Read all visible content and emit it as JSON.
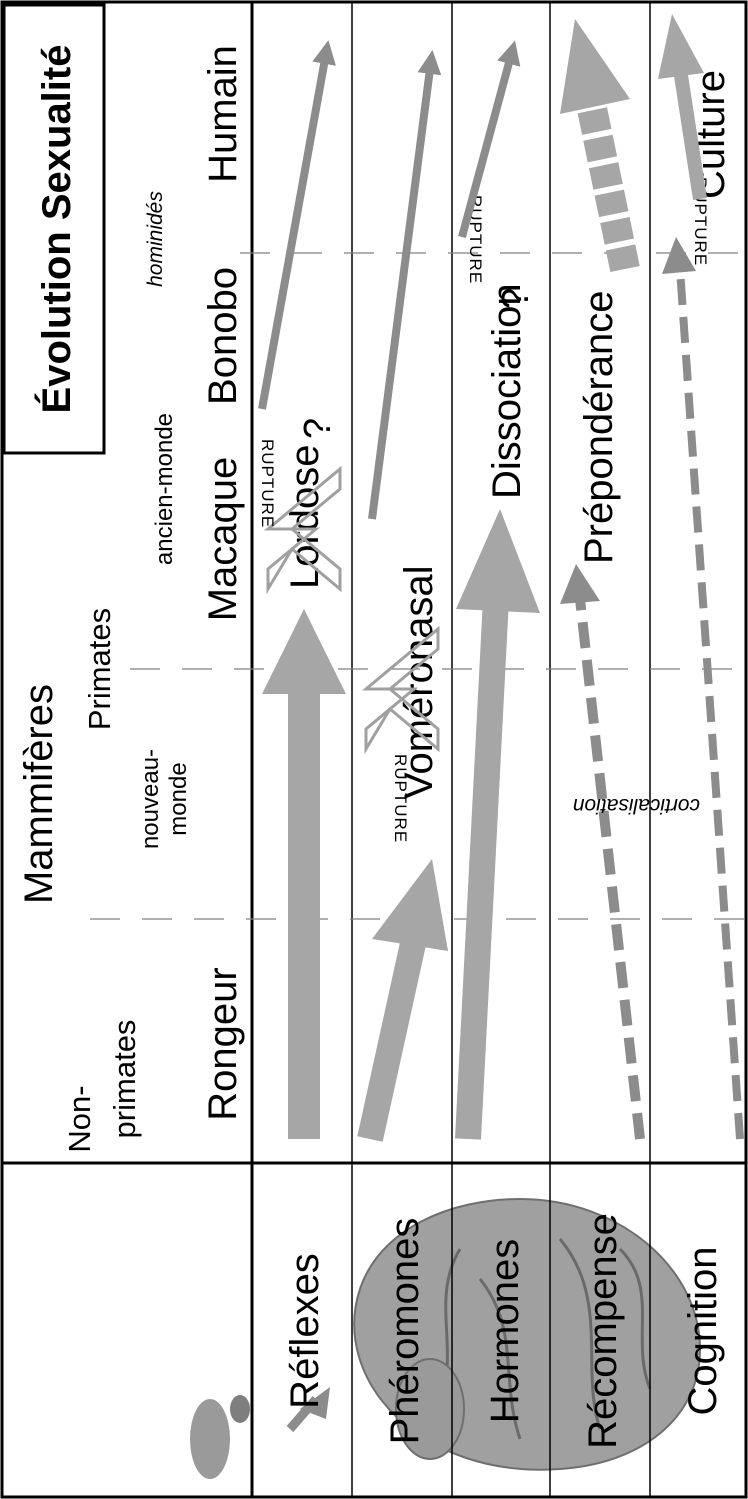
{
  "title": "Évolution Sexualité",
  "header": {
    "non_primates_line1": "Non-",
    "non_primates_line2": "primates",
    "mammiferes": "Mammifères",
    "primates": "Primates",
    "nouveau_monde_line1": "nouveau-",
    "nouveau_monde_line2": "monde",
    "ancien_monde": "ancien-monde",
    "hominides": "hominidés"
  },
  "species": [
    "Rongeur",
    "Macaque",
    "Bonobo",
    "Humain"
  ],
  "rows": [
    {
      "label": "Réflexes"
    },
    {
      "label": "Phéromones"
    },
    {
      "label": "Hormones"
    },
    {
      "label": "Récompense"
    },
    {
      "label": "Cognition"
    }
  ],
  "annotations": {
    "lordose": "Lordose",
    "vomeronasal": "Voméronasal",
    "dissociation": "Dissociation",
    "preponderance": "Prépondérance",
    "culture": "Culture",
    "corticalisation": "corticalisation",
    "rupture": "RUPTURE",
    "question": "?"
  },
  "colors": {
    "arrow": "#a6a6a6",
    "arrow_dark": "#8c8c8c",
    "grid": "#000000",
    "divider": "#808080"
  },
  "icons": {
    "brain": "human-brain-and-rodent-brain-icon",
    "cross": "cross-mark-icon"
  }
}
